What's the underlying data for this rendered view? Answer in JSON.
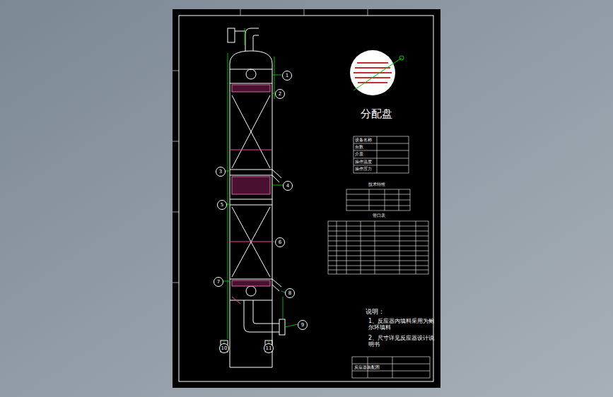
{
  "diagram": {
    "title": "分配盘",
    "labels": [
      "说明：",
      "1、反应器内填料采用为鲍尔环填料",
      "2、尺寸详见反应器设计说明书",
      "技术特性",
      "管口表",
      "设备名称",
      "台数",
      "介质",
      "操作温度",
      "操作压力",
      "1",
      "2",
      "3",
      "4",
      "5",
      "6",
      "7",
      "8",
      "9",
      "10",
      "11",
      "反应器装配图"
    ]
  }
}
